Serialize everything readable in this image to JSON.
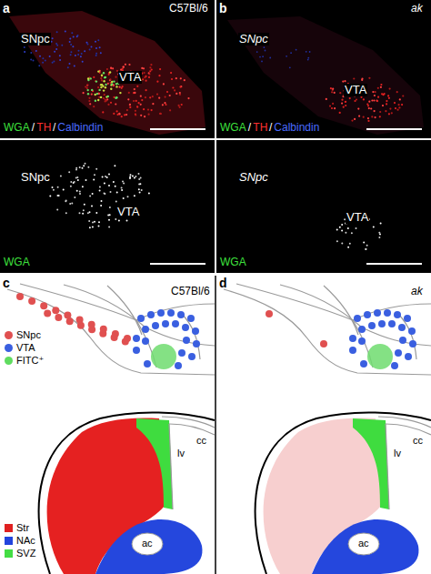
{
  "diagram": {
    "labels": [
      "a",
      "C57Bl/6",
      "SNpc",
      "VTA",
      "WGA",
      "/",
      "TH",
      "/",
      "Calbindin",
      "SNpc",
      "VTA",
      "WGA",
      "b",
      "ak",
      "SNpc",
      "VTA",
      "WGA",
      "/",
      "TH",
      "/",
      "Calbindin",
      "SNpc",
      "VTA",
      "WGA",
      "c",
      "C57Bl/6",
      "lv",
      "cc",
      "ac",
      "d",
      "ak",
      "lv",
      "cc",
      "ac"
    ],
    "legend": [
      {
        "text": "SNpc",
        "color": "#e05050"
      },
      {
        "text": "VTA",
        "color": "#3a5fe0"
      },
      {
        "text": "FITC⁺",
        "color": "#5fdc5f"
      },
      {
        "text": "Str",
        "color": "#e02020"
      },
      {
        "text": "NAc",
        "color": "#2244dd"
      },
      {
        "text": "SVZ",
        "color": "#44dd44"
      }
    ]
  }
}
